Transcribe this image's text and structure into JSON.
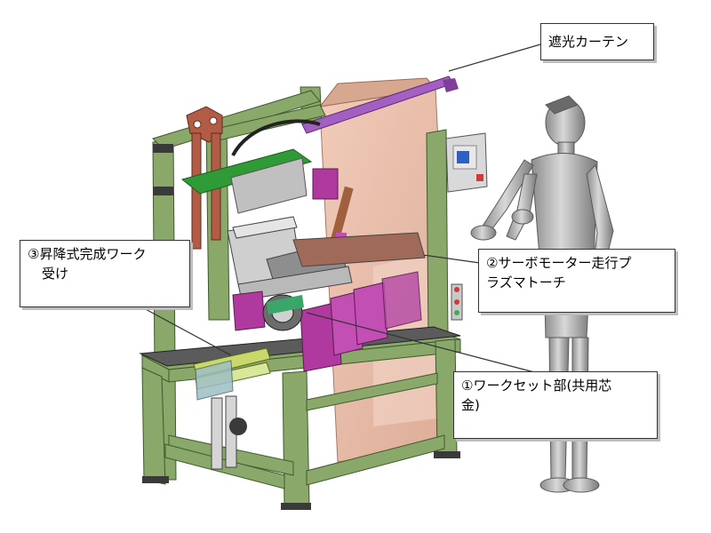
{
  "callouts": {
    "curtain": "遮光カーテン",
    "torch_line1": "②サーボモーター走行プ",
    "torch_line2": "ラズマトーチ",
    "lift_line1": "③昇降式完成ワーク",
    "lift_line2": "受け",
    "workset_line1": "①ワークセット部(共用芯",
    "workset_line2": "金)"
  },
  "colors": {
    "frame_green": "#8aa86a",
    "panel_peach": "#e7b8a2",
    "rail_purple": "#a45fc2",
    "part_magenta": "#b0399f",
    "human_gray": "#a9a9a9",
    "control_box": "#d9d9d9"
  }
}
